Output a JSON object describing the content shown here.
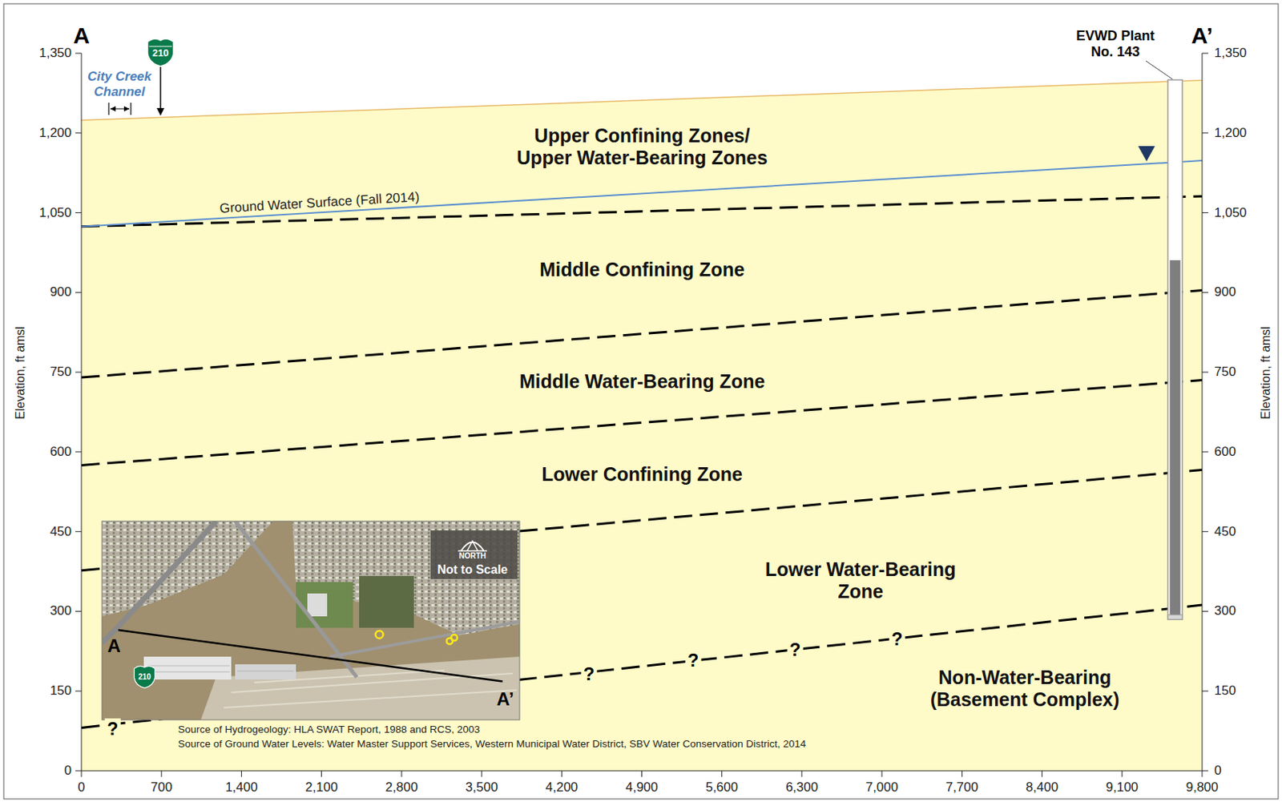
{
  "diagram": {
    "labels": [
      "A",
      "A’",
      "City Creek Channel",
      "210",
      "EVWD Plant No. 143",
      "Upper Confining Zones/ Upper Water-Bearing Zones",
      "Ground Water Surface (Fall 2014)",
      "Middle Confining Zone",
      "Middle Water-Bearing Zone",
      "Lower Confining Zone",
      "Lower Water-Bearing Zone",
      "Non-Water-Bearing (Basement Complex)",
      "?",
      "?",
      "?",
      "?",
      "?",
      "NORTH",
      "Not to Scale",
      "A",
      "A’",
      "210",
      "Source of Hydrogeology: HLA SWAT Report, 1988 and RCS, 2003",
      "Source of Ground Water Levels: Water Master Support Services, Western Municipal Water District, SBV Water Conservation District, 2014",
      "Elevation, ft amsl",
      "Elevation, ft amsl",
      "1,350",
      "1,200",
      "1,050",
      "900",
      "750",
      "600",
      "450",
      "300",
      "150",
      "0",
      "1,350",
      "1,200",
      "1,050",
      "900",
      "750",
      "600",
      "450",
      "300",
      "150",
      "0",
      "0",
      "700",
      "1,400",
      "2,100",
      "2,800",
      "3,500",
      "4,200",
      "4,900",
      "5,600",
      "6,300",
      "7,000",
      "7,700",
      "8,400",
      "9,100",
      "9,800"
    ]
  }
}
